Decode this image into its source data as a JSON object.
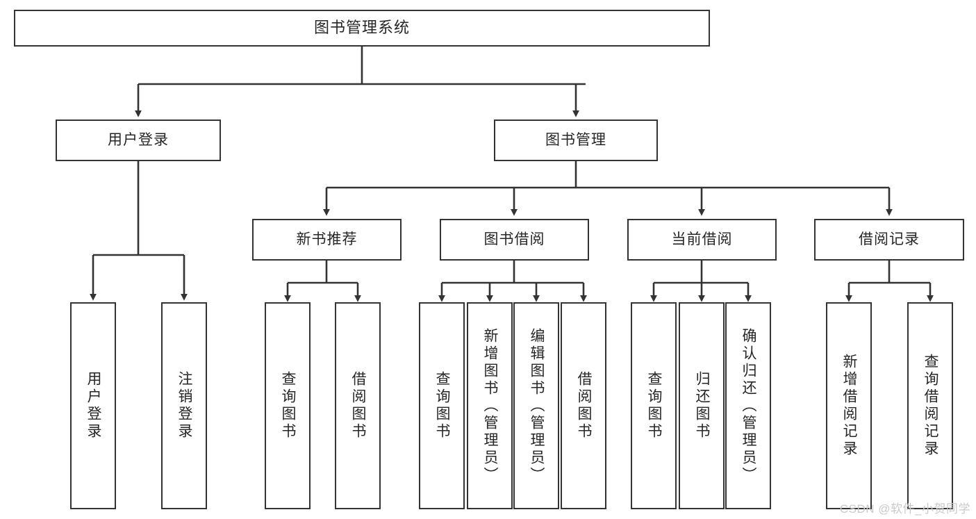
{
  "diagram": {
    "title": "图书管理系统",
    "watermark": "CSDN @软件_小贺同学",
    "colors": {
      "box_border": "#333333",
      "box_fill": "#ffffff",
      "text": "#262626",
      "connector": "#333333",
      "watermark": "#c9c9c9",
      "background": "#ffffff"
    }
  },
  "nodes": {
    "root": {
      "label": "图书管理系统"
    },
    "level1": [
      {
        "label": "用户登录"
      },
      {
        "label": "图书管理"
      }
    ],
    "level2": [
      {
        "label": "新书推荐"
      },
      {
        "label": "图书借阅"
      },
      {
        "label": "当前借阅"
      },
      {
        "label": "借阅记录"
      }
    ],
    "leaves": {
      "user_login": [
        {
          "label": "用户登录"
        },
        {
          "label": "注销登录"
        }
      ],
      "new_book": [
        {
          "label": "查询图书"
        },
        {
          "label": "借阅图书"
        }
      ],
      "borrow_book": [
        {
          "label": "查询图书"
        },
        {
          "label": "新增图书（管理员）"
        },
        {
          "label": "编辑图书（管理员）"
        },
        {
          "label": "借阅图书"
        }
      ],
      "current_borrow": [
        {
          "label": "查询图书"
        },
        {
          "label": "归还图书"
        },
        {
          "label": "确认归还（管理员）"
        }
      ],
      "borrow_record": [
        {
          "label": "新增借阅记录"
        },
        {
          "label": "查询借阅记录"
        }
      ]
    }
  }
}
